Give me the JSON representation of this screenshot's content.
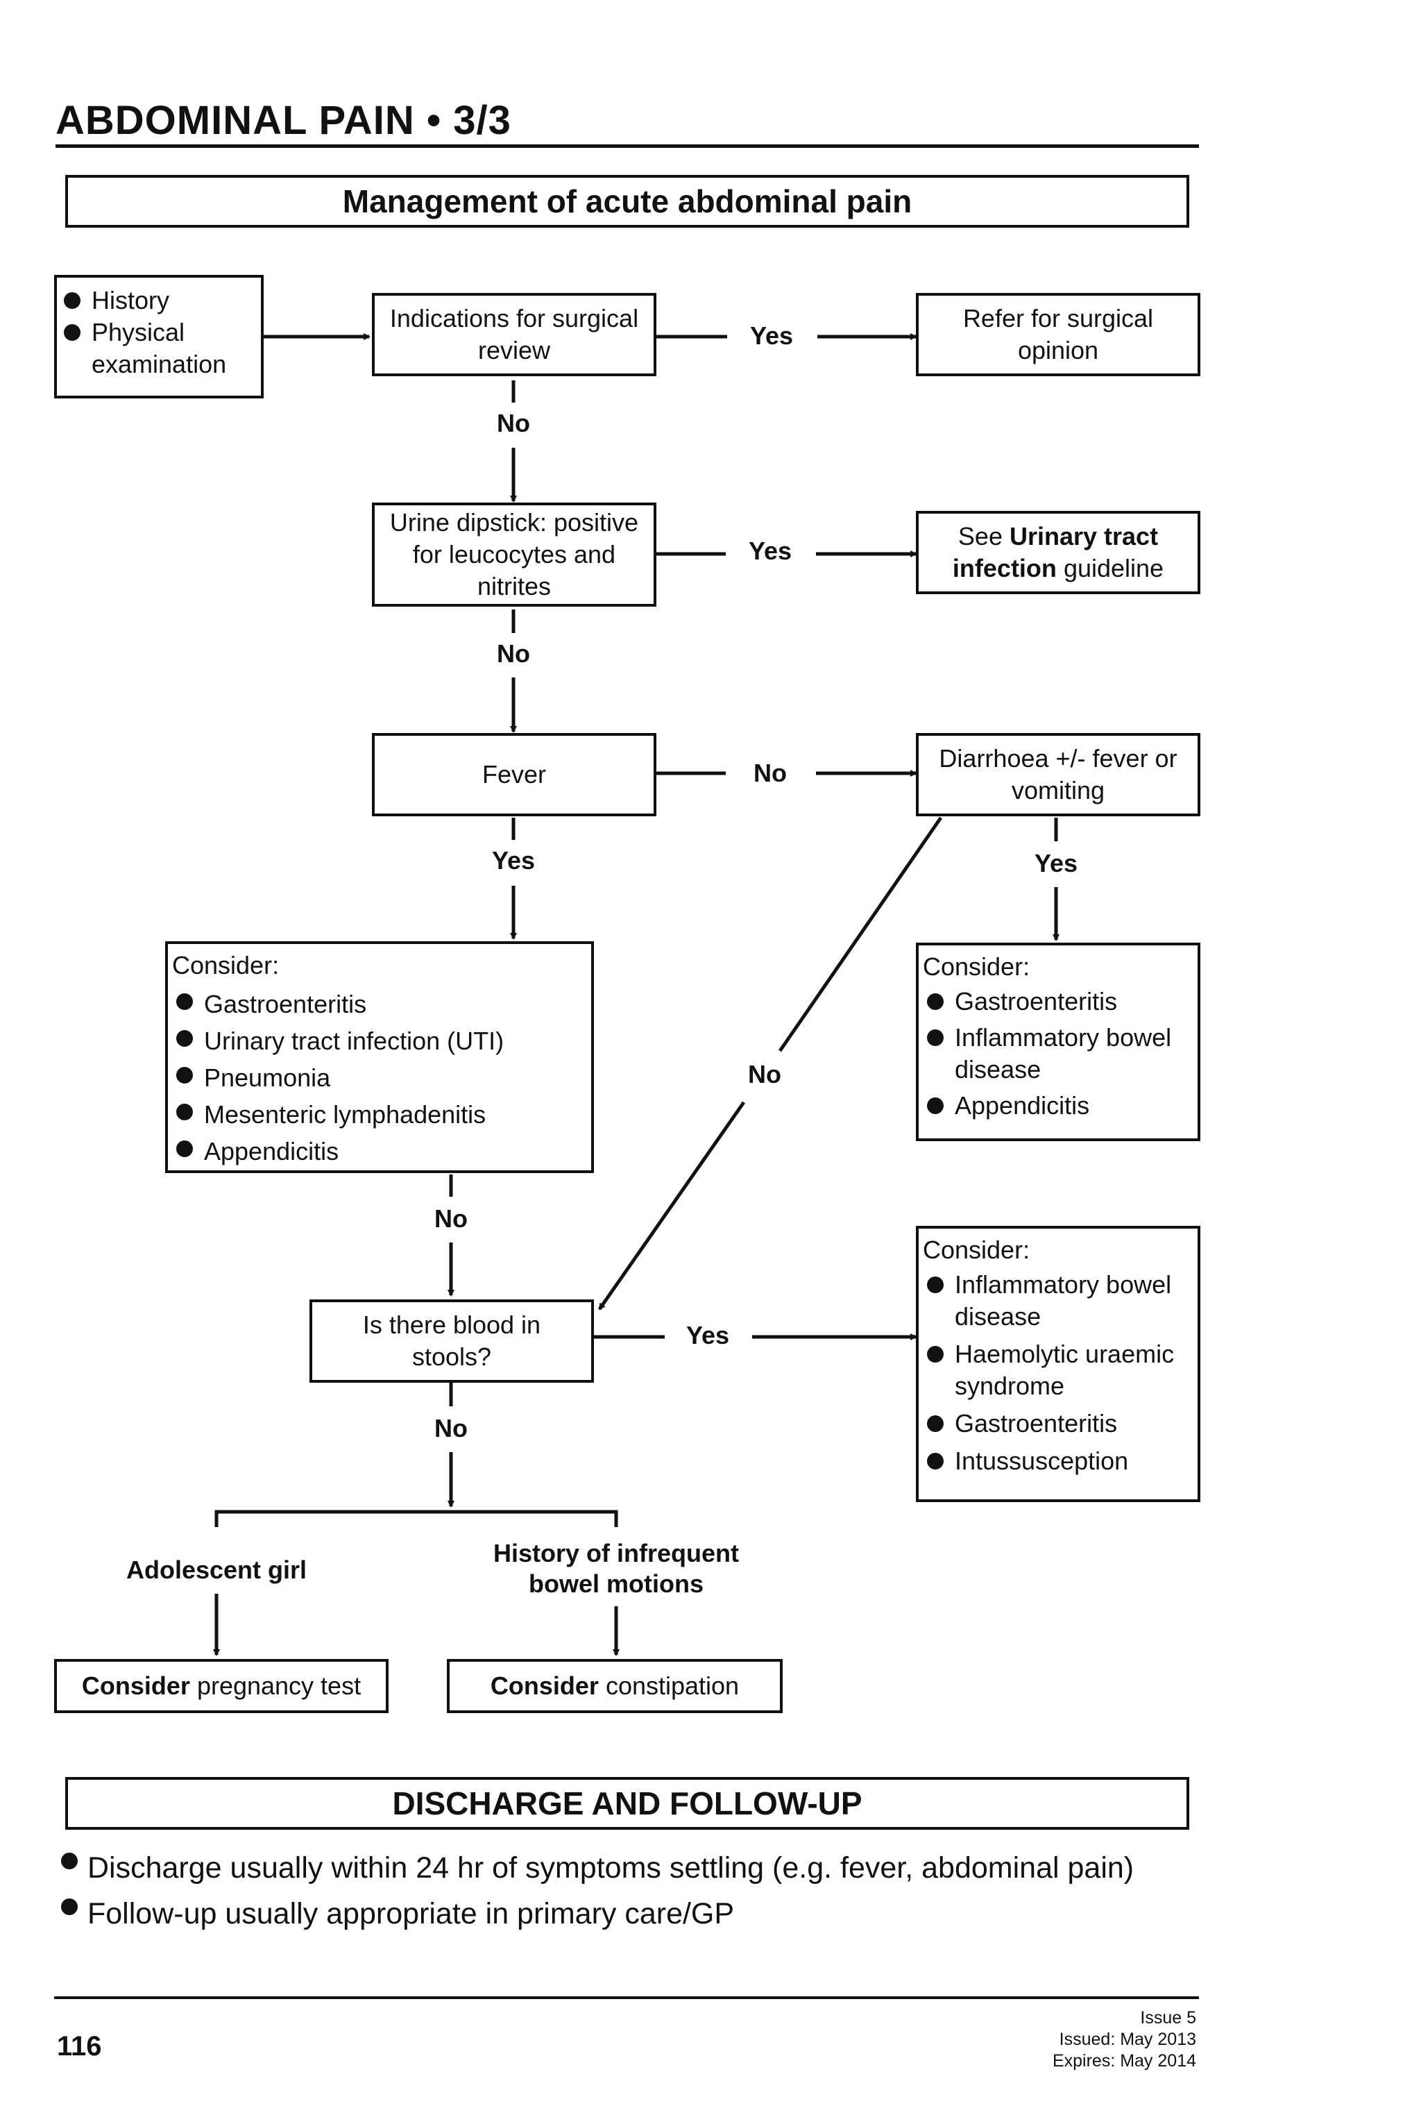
{
  "page_title": "ABDOMINAL PAIN • 3/3",
  "section_title": "Management of acute abdominal pain",
  "flowchart": {
    "start": {
      "items": [
        "History",
        "Physical examination"
      ]
    },
    "surgical_review": {
      "text": "Indications for surgical review"
    },
    "refer_surgical": {
      "text": "Refer for surgical opinion"
    },
    "urine_dipstick": {
      "text": "Urine dipstick: positive for leucocytes and nitrites"
    },
    "uti_guideline": {
      "prefix": "See",
      "bold": "Urinary tract infection",
      "suffix": "guideline"
    },
    "fever": {
      "text": "Fever"
    },
    "diarrhoea": {
      "text": "Diarrhoea +/- fever or vomiting"
    },
    "consider_fever": {
      "heading": "Consider:",
      "items": [
        "Gastroenteritis",
        "Urinary tract infection (UTI)",
        "Pneumonia",
        "Mesenteric lymphadenitis",
        "Appendicitis"
      ]
    },
    "consider_diarrhoea": {
      "heading": "Consider:",
      "items": [
        "Gastroenteritis",
        "Inflammatory bowel disease",
        "Appendicitis"
      ]
    },
    "blood_stools": {
      "text": "Is there blood in stools?"
    },
    "consider_blood": {
      "heading": "Consider:",
      "items": [
        "Inflammatory bowel disease",
        "Haemolytic uraemic syndrome",
        "Gastroenteritis",
        "Intussusception"
      ]
    },
    "branch_adolescent": "Adolescent girl",
    "branch_infrequent": "History of infrequent bowel motions",
    "pregnancy": {
      "bold": "Consider",
      "text": "pregnancy test"
    },
    "constipation": {
      "bold": "Consider",
      "text": "constipation"
    },
    "labels": {
      "yes": "Yes",
      "no": "No"
    }
  },
  "discharge": {
    "title": "DISCHARGE AND FOLLOW-UP",
    "items": [
      "Discharge usually within 24 hr of symptoms settling (e.g. fever, abdominal pain)",
      "Follow-up usually appropriate in primary care/GP"
    ]
  },
  "footer": {
    "page_number": "116",
    "issue": "Issue 5",
    "issued": "Issued: May 2013",
    "expires": "Expires: May 2014"
  }
}
